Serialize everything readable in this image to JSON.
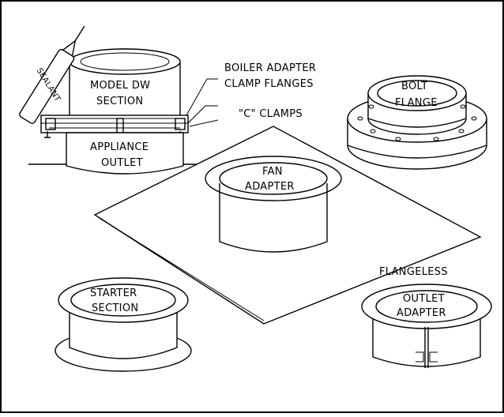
{
  "diagram": {
    "labels": {
      "model_dw": "MODEL DW",
      "section": "SECTION",
      "appliance": "APPLIANCE",
      "outlet": "OUTLET",
      "sealant": "SEALANT",
      "boiler_adapter": "BOILER ADAPTER",
      "clamp_flanges": "CLAMP FLANGES",
      "c_clamps": "\"C\" CLAMPS",
      "bolt": "BOLT",
      "flange": "FLANGE",
      "fan": "FAN",
      "adapter": "ADAPTER",
      "starter": "STARTER",
      "starter_section": "SECTION",
      "flangeless": "FLANGELESS",
      "outlet2": "OUTLET",
      "adapter2": "ADAPTER"
    }
  }
}
